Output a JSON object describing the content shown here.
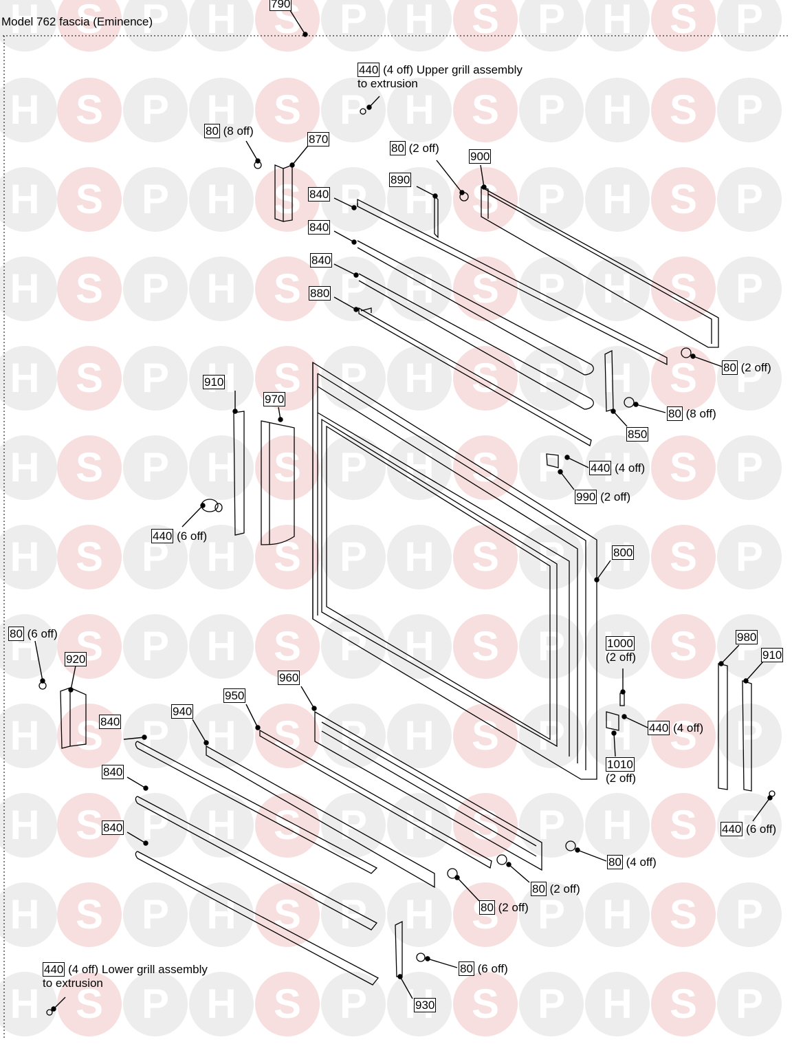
{
  "title": "Model 762 fascia (Eminence)",
  "watermark": {
    "letters": [
      "H",
      "S",
      "P"
    ],
    "colors": {
      "grey": "#ededed",
      "red": "#f7dfdf"
    }
  },
  "diagram": {
    "line_color": "#000000",
    "callouts": [
      {
        "id": "c790",
        "num": "790",
        "suffix": ""
      },
      {
        "id": "c440a",
        "num": "440",
        "suffix": " (4 off) Upper grill assembly",
        "line2": "to extrusion"
      },
      {
        "id": "c80a",
        "num": "80",
        "suffix": " (8 off)"
      },
      {
        "id": "c870",
        "num": "870",
        "suffix": ""
      },
      {
        "id": "c80b",
        "num": "80",
        "suffix": " (2 off)"
      },
      {
        "id": "c900",
        "num": "900",
        "suffix": ""
      },
      {
        "id": "c890",
        "num": "890",
        "suffix": ""
      },
      {
        "id": "c840a",
        "num": "840",
        "suffix": ""
      },
      {
        "id": "c840b",
        "num": "840",
        "suffix": ""
      },
      {
        "id": "c840c",
        "num": "840",
        "suffix": ""
      },
      {
        "id": "c880",
        "num": "880",
        "suffix": ""
      },
      {
        "id": "c80c",
        "num": "80",
        "suffix": " (2 off)"
      },
      {
        "id": "c80d",
        "num": "80",
        "suffix": " (8 off)"
      },
      {
        "id": "c850",
        "num": "850",
        "suffix": ""
      },
      {
        "id": "c910a",
        "num": "910",
        "suffix": ""
      },
      {
        "id": "c970",
        "num": "970",
        "suffix": ""
      },
      {
        "id": "c440b",
        "num": "440",
        "suffix": " (4 off)"
      },
      {
        "id": "c990",
        "num": "990",
        "suffix": " (2 off)"
      },
      {
        "id": "c440c",
        "num": "440",
        "suffix": " (6 off)"
      },
      {
        "id": "c800",
        "num": "800",
        "suffix": ""
      },
      {
        "id": "c80e",
        "num": "80",
        "suffix": " (6 off)"
      },
      {
        "id": "c920",
        "num": "920",
        "suffix": ""
      },
      {
        "id": "c1000",
        "num": "1000",
        "suffix": "",
        "line2": "(2 off)"
      },
      {
        "id": "c980",
        "num": "980",
        "suffix": ""
      },
      {
        "id": "c910b",
        "num": "910",
        "suffix": ""
      },
      {
        "id": "c960",
        "num": "960",
        "suffix": ""
      },
      {
        "id": "c950",
        "num": "950",
        "suffix": ""
      },
      {
        "id": "c940",
        "num": "940",
        "suffix": ""
      },
      {
        "id": "c840d",
        "num": "840",
        "suffix": ""
      },
      {
        "id": "c440d",
        "num": "440",
        "suffix": " (4 off)"
      },
      {
        "id": "c1010",
        "num": "1010",
        "suffix": "",
        "line2": "(2 off)"
      },
      {
        "id": "c840e",
        "num": "840",
        "suffix": ""
      },
      {
        "id": "c440e",
        "num": "440",
        "suffix": " (6 off)"
      },
      {
        "id": "c840f",
        "num": "840",
        "suffix": ""
      },
      {
        "id": "c80f",
        "num": "80",
        "suffix": " (4 off)"
      },
      {
        "id": "c80g",
        "num": "80",
        "suffix": " (2 off)"
      },
      {
        "id": "c80h",
        "num": "80",
        "suffix": " (2 off)"
      },
      {
        "id": "c80i",
        "num": "80",
        "suffix": " (6 off)"
      },
      {
        "id": "c440f",
        "num": "440",
        "suffix": " (4 off) Lower grill assembly",
        "line2": "to extrusion"
      },
      {
        "id": "c930",
        "num": "930",
        "suffix": ""
      }
    ]
  }
}
